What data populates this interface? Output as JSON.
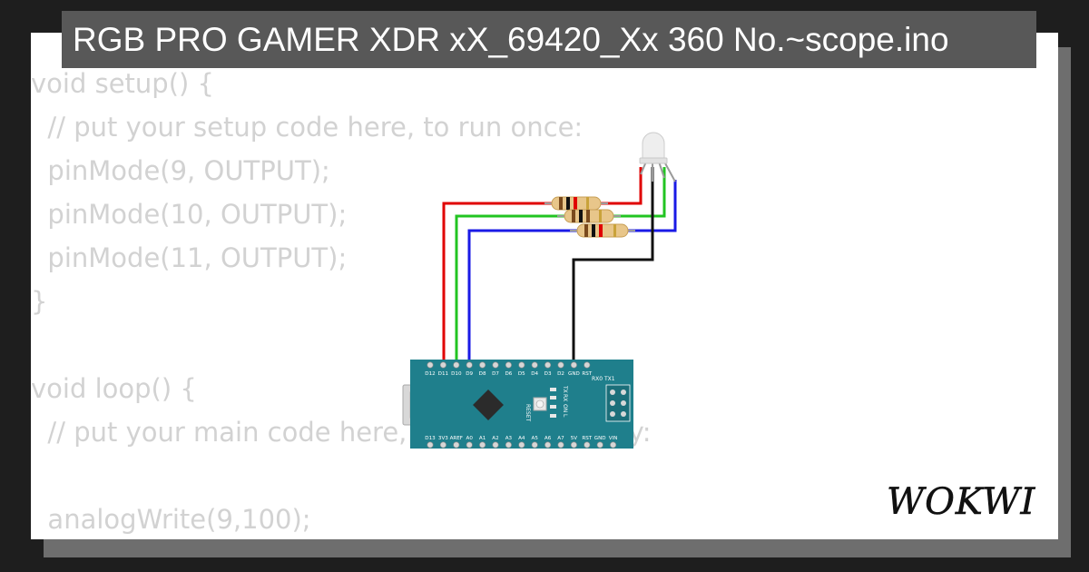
{
  "title": "RGB PRO GAMER XDR xX_69420_Xx 360 No.~scope.ino",
  "logo_text": "WOKWI",
  "code_lines": [
    "void setup() {",
    "  // put your setup code here, to run once:",
    "  pinMode(9, OUTPUT);",
    "  pinMode(10, OUTPUT);",
    "  pinMode(11, OUTPUT);",
    "}",
    "",
    "void loop() {",
    "  // put your main code here, to run repeatedly:",
    "",
    "  analogWrite(9,100);"
  ],
  "board": {
    "top_pins": [
      "D12",
      "D11",
      "D10",
      "D9",
      "D8",
      "D7",
      "D6",
      "D5",
      "D4",
      "D3",
      "D2",
      "GND",
      "RST"
    ],
    "bottom_pins": [
      "D13",
      "3V3",
      "AREF",
      "A0",
      "A1",
      "A2",
      "A3",
      "A4",
      "A5",
      "A6",
      "A7",
      "5V",
      "RST",
      "GND",
      "VIN"
    ],
    "serial_label": "RX0 TX1",
    "reset_label": "RESET",
    "led_labels": [
      "TX",
      "RX",
      "ON",
      "L"
    ]
  },
  "colors": {
    "wire_red": "#e00000",
    "wire_green": "#22c422",
    "wire_blue": "#1a1ae6",
    "wire_black": "#111111",
    "board": "#1f7f8c",
    "code_text": "#d2d2d2",
    "title_bg": "#585858"
  }
}
